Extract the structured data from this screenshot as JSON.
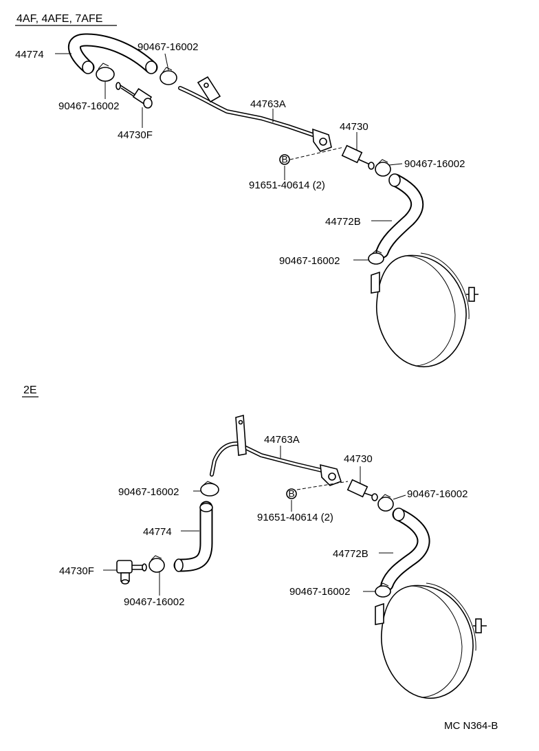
{
  "sections": [
    {
      "header": "4AF, 4AFE, 7AFE",
      "labels": {
        "hose_upper": "44774",
        "clamp_top": "90467-16002",
        "clamp_left": "90467-16002",
        "check_valve": "44730F",
        "pipe": "44763A",
        "union": "44730",
        "clamp_right": "90467-16002",
        "bolt_ref": "B",
        "bolt": "91651-40614 (2)",
        "hose_lower": "44772B",
        "clamp_booster": "90467-16002"
      }
    },
    {
      "header": "2E",
      "labels": {
        "pipe": "44763A",
        "union": "44730",
        "clamp_left": "90467-16002",
        "bolt_ref": "B",
        "bolt": "91651-40614 (2)",
        "clamp_right": "90467-16002",
        "hose_upper": "44774",
        "check_valve": "44730F",
        "clamp_bottom": "90467-16002",
        "hose_lower": "44772B",
        "clamp_booster": "90467-16002"
      }
    }
  ],
  "footer": {
    "code": "MC N364-B"
  }
}
